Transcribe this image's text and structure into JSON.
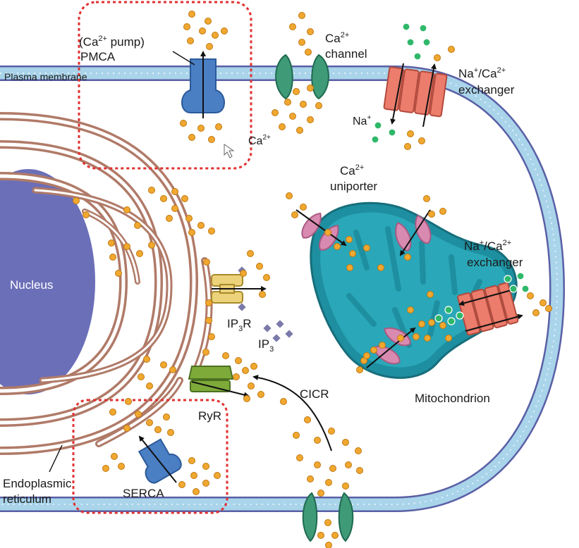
{
  "labels": {
    "pmca": "PMCA",
    "pump_pre": "(Ca",
    "pump_sup": "2+",
    "pump_post": " pump)",
    "plasma_membrane": "Plasma membrane",
    "ca_channel_pre": "Ca",
    "ca_channel_sup": "2+",
    "ca_channel_word": "channel",
    "na_ca_top_pre": "Na",
    "na_ca_top_sup1": "+",
    "na_ca_top_mid": "/Ca",
    "na_ca_top_sup2": "2+",
    "na_ca_top_word": "exchanger",
    "na_plus_pre": "Na",
    "na_plus_sup": "+",
    "ca2_pre": "Ca",
    "ca2_sup": "2+",
    "uniporter_pre": "Ca",
    "uniporter_sup": "2+",
    "uniporter_word": "uniporter",
    "na_ca_mito_pre": "Na",
    "na_ca_mito_sup1": "+",
    "na_ca_mito_mid": "/Ca",
    "na_ca_mito_sup2": "2+",
    "na_ca_mito_word": "exchanger",
    "nucleus": "Nucleus",
    "ip3r_pre": "IP",
    "ip3r_sub": "3",
    "ip3r_post": "R",
    "ip3_pre": "IP",
    "ip3_sub": "3",
    "ryr": "RyR",
    "cicr": "CICR",
    "mitochondrion": "Mitochondrion",
    "er_line1": "Endoplasmic",
    "er_line2": "reticulum",
    "serca": "SERCA"
  },
  "colors": {
    "ca_ion": "#f0a830",
    "na_ion": "#2fb86a",
    "membrane": "#a9d4ea",
    "membrane_dots": "#5a5fa5",
    "er": "#b07a68",
    "nucleus": "#6b6fb8",
    "mitochondrion": "#2aa7b8",
    "pump": "#4a7fc4",
    "channel": "#3f9a78",
    "exchanger": "#ec7c6c",
    "uniporter": "#d98ab0",
    "ip3r": "#ecd27a",
    "ryr": "#7eaa3a",
    "highlight_box": "#e03030"
  },
  "icons": [
    "cursor-arrow-icon"
  ]
}
